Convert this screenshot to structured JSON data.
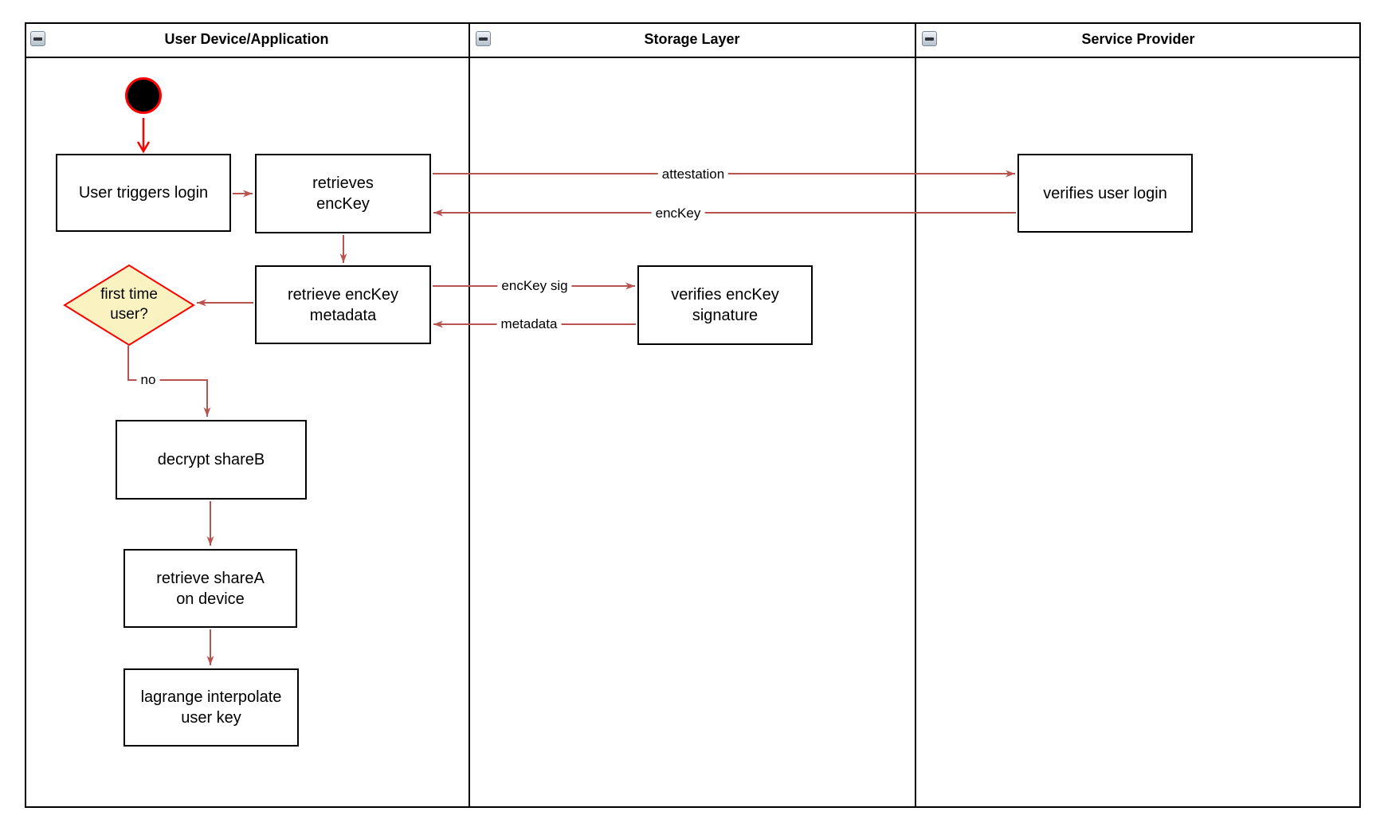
{
  "diagram": {
    "type": "uml-activity-swimlane",
    "lanes": [
      {
        "title": "User Device/Application"
      },
      {
        "title": "Storage Layer"
      },
      {
        "title": "Service Provider"
      }
    ],
    "nodes": {
      "user_triggers_login": {
        "label": "User triggers login"
      },
      "retrieves_enckey": {
        "line1": "retrieves",
        "line2": "encKey"
      },
      "verifies_user_login": {
        "label": "verifies user login"
      },
      "retrieve_enckey_metadata": {
        "line1": "retrieve encKey",
        "line2": "metadata"
      },
      "verifies_enckey_signature": {
        "line1": "verifies encKey",
        "line2": "signature"
      },
      "first_time_user": {
        "line1": "first time",
        "line2": "user?"
      },
      "decrypt_shareb": {
        "label": "decrypt shareB"
      },
      "retrieve_sharea": {
        "line1": "retrieve shareA",
        "line2": "on device"
      },
      "lagrange_interpolate": {
        "line1": "lagrange interpolate",
        "line2": "user key"
      }
    },
    "edge_labels": {
      "attestation": "attestation",
      "enckey": "encKey",
      "enckey_sig": "encKey sig",
      "metadata": "metadata",
      "no": "no"
    },
    "colors": {
      "connector": "#b85450",
      "highlight": "#ff0000",
      "decision_fill": "#faf3c1",
      "shape_border": "#000000",
      "shape_fill": "#ffffff"
    },
    "icons": {
      "collapse": "minus-collapse-icon"
    }
  }
}
